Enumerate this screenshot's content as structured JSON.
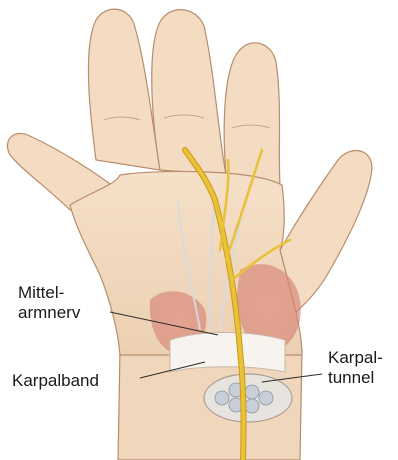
{
  "labels": {
    "median_nerve_line1": "Mittel-",
    "median_nerve_line2": "armnerv",
    "carpal_ligament": "Karpalband",
    "carpal_tunnel_line1": "Karpal-",
    "carpal_tunnel_line2": "tunnel"
  },
  "colors": {
    "skin": "#f3dcc2",
    "skin_shade": "#e3bf9d",
    "outline": "#b98c6c",
    "nerve": "#e9c23a",
    "nerve_dark": "#c99a18",
    "muscle": "#d9877a",
    "ligament": "#f7f3ee",
    "tendon": "#c9cfd8",
    "leader": "#2a2a2a"
  }
}
